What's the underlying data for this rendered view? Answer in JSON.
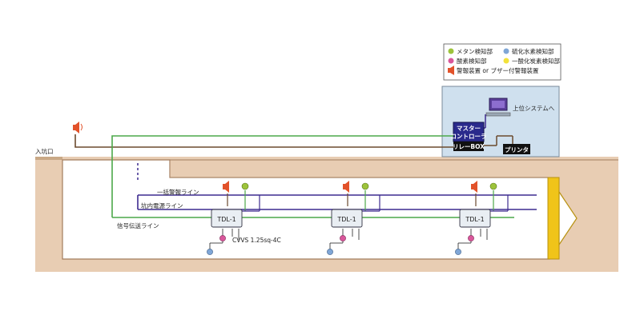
{
  "legend": {
    "items": [
      {
        "icon": "green-dot-icon",
        "label": "メタン検知部",
        "color": "#9dc33b"
      },
      {
        "icon": "blue-dot-icon",
        "label": "硫化水素検知部",
        "color": "#7fa6d6"
      },
      {
        "icon": "pink-dot-icon",
        "label": "酸素検知部",
        "color": "#d9579b"
      },
      {
        "icon": "yellow-dot-icon",
        "label": "一酸化炭素検知部",
        "color": "#f2e23a"
      },
      {
        "icon": "alarm-icon",
        "label": "警報装置 or ブザー付警報装置",
        "color": "#e2522a"
      }
    ]
  },
  "control_room": {
    "upper_system_label": "上位システムへ",
    "master_controller_line1": "マスター",
    "master_controller_line2": "コントローラ",
    "relay_box_label": "リレーBOX",
    "printer_label": "プリンタ"
  },
  "shaft": {
    "entrance_label": "入坑口"
  },
  "lines": {
    "batch_alarm": "一括警報ライン",
    "power": "坑内電源ライン",
    "signal": "信号伝送ライン",
    "cable": "CVVS 1.25sq-4C"
  },
  "device_label": "TDL-1",
  "colors": {
    "green_line": "#4ca84a",
    "purple_line": "#3d2b8f",
    "brown_line": "#6b4a2e",
    "ground": "#e8cdb3",
    "panel": "#cfe0ee",
    "controller": "#2a2a8c",
    "shield": "#f0c419"
  }
}
